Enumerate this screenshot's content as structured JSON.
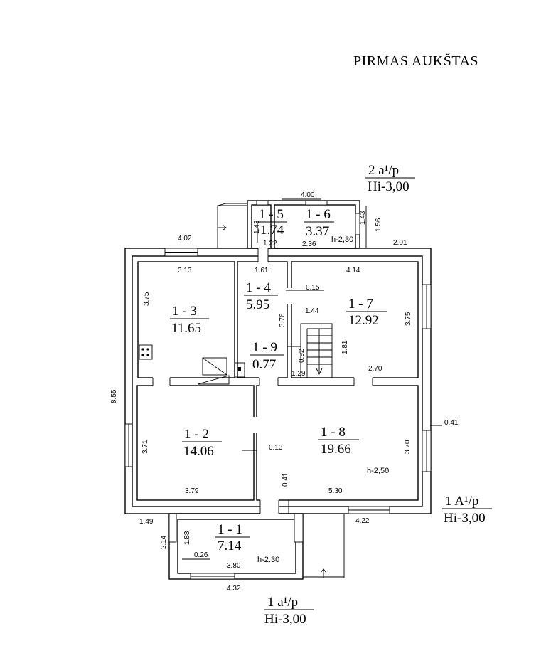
{
  "title": "PIRMAS AUKŠTAS",
  "entrances": [
    {
      "id": "top",
      "label_line1": "2 a¹/p",
      "label_line2": "Hi-3,00"
    },
    {
      "id": "right",
      "label_line1": "1 A¹/p",
      "label_line2": "Hi-3,00"
    },
    {
      "id": "bottom",
      "label_line1": "1 a¹/p",
      "label_line2": "Hi-3,00"
    }
  ],
  "rooms": [
    {
      "id": "1 - 1",
      "area": "7.14"
    },
    {
      "id": "1 - 2",
      "area": "14.06"
    },
    {
      "id": "1 - 3",
      "area": "11.65"
    },
    {
      "id": "1 - 4",
      "area": "5.95"
    },
    {
      "id": "1 - 5",
      "area": "1.74"
    },
    {
      "id": "1 - 6",
      "area": "3.37"
    },
    {
      "id": "1 - 7",
      "area": "12.92"
    },
    {
      "id": "1 - 8",
      "area": "19.66"
    },
    {
      "id": "1 - 9",
      "area": "0.77"
    }
  ],
  "height_notes": [
    "h-2,30",
    "h-2,50",
    "h-2.30"
  ],
  "dimensions": {
    "top_4_00": "4.00",
    "top_4_02": "4.02",
    "top_1_22": "1.22",
    "top_2_36": "2.36",
    "top_2_01": "2.01",
    "side_1_56": "1.56",
    "r5_1_43": "1.43",
    "r6_1_43": "1.43",
    "r3_3_13": "3.13",
    "r3_3_75": "3.75",
    "r4_1_61": "1.61",
    "r4_0_15": "0.15",
    "r4_1_44": "1.44",
    "r4_3_76": "3.76",
    "r7_4_14": "4.14",
    "r7_3_75": "3.75",
    "r7_1_81": "1.81",
    "r7_2_70": "2.70",
    "r9_0_92": "0.92",
    "r9_1_29": "1.29",
    "left_8_55": "8.55",
    "r2_3_71": "3.71",
    "r2_3_79": "3.79",
    "r2_0_13": "0.13",
    "r8_3_70": "3.70",
    "r8_0_41": "0.41",
    "r8_5_30": "5.30",
    "right_0_41": "0.41",
    "bot_1_49": "1.49",
    "bot_4_22": "4.22",
    "r1_2_14": "2.14",
    "r1_1_88": "1.88",
    "r1_0_26": "0.26",
    "r1_3_80": "3.80",
    "r1_4_32": "4.32"
  }
}
